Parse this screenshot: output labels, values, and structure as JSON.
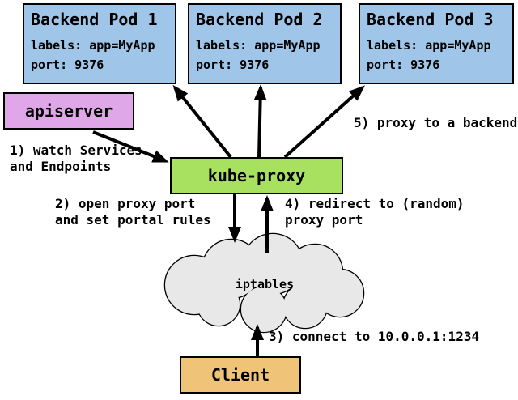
{
  "pods": [
    {
      "title": "Backend Pod 1",
      "labels": "labels: app=MyApp",
      "port": "port: 9376"
    },
    {
      "title": "Backend Pod 2",
      "labels": "labels: app=MyApp",
      "port": "port: 9376"
    },
    {
      "title": "Backend Pod 3",
      "labels": "labels: app=MyApp",
      "port": "port: 9376"
    }
  ],
  "nodes": {
    "apiserver_label": "apiserver",
    "kube_proxy_label": "kube-proxy",
    "iptables_label": "iptables",
    "client_label": "Client"
  },
  "steps": {
    "step1": "1) watch Services\nand Endpoints",
    "step2": "2) open proxy port\nand set portal rules",
    "step3": "3) connect to 10.0.0.1:1234",
    "step4": "4) redirect to (random)\nproxy port",
    "step5": "5) proxy to a backend"
  },
  "colors": {
    "pod_fill": "#9fc5e8",
    "apiserver_fill": "#e0a7e8",
    "kube_proxy_fill": "#a8e05f",
    "client_fill": "#f0c478",
    "cloud_fill": "#e8e8e8",
    "border": "#000000",
    "background": "#ffffff"
  }
}
